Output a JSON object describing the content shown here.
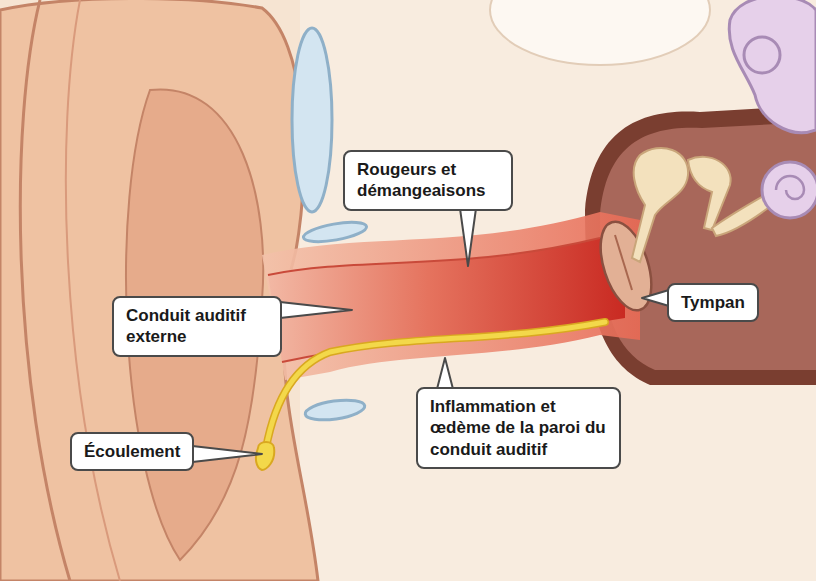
{
  "diagram": {
    "nodes": [
      {
        "text": [
          "Rougeurs et démangeaisons"
        ]
      },
      {
        "text": [
          "Conduit auditif externe"
        ]
      },
      {
        "text": [
          "Tympan"
        ]
      },
      {
        "text": [
          "Inflammation et œdème de la paroi du conduit auditif"
        ]
      },
      {
        "text": [
          "Écoulement"
        ]
      }
    ]
  }
}
